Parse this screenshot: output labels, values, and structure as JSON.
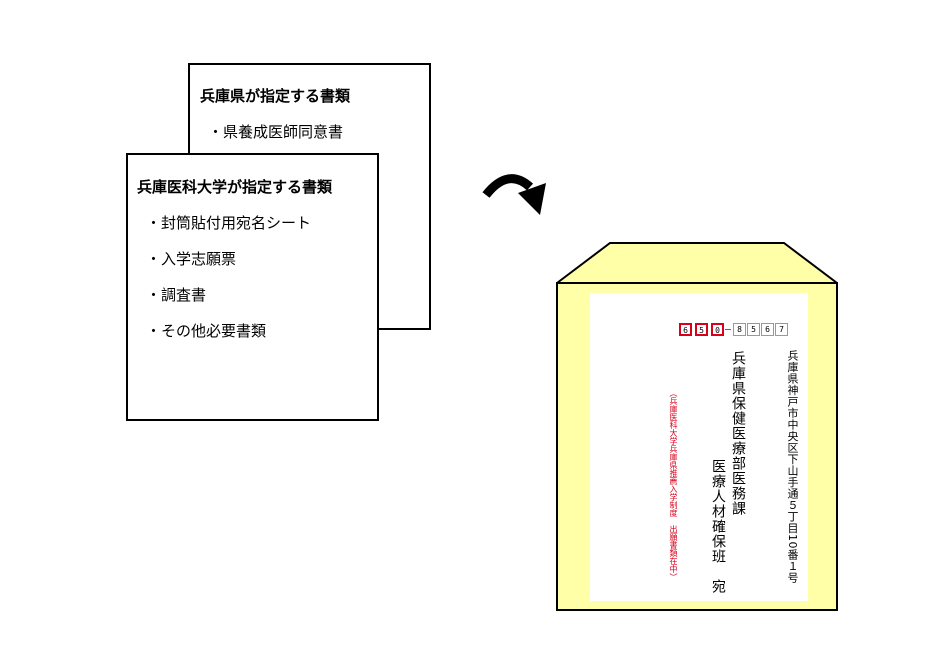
{
  "prefecture_doc": {
    "title": "兵庫県が指定する書類",
    "items": [
      "・県養成医師同意書"
    ]
  },
  "university_doc": {
    "title": "兵庫医科大学が指定する書類",
    "items": [
      "・封筒貼付用宛名シート",
      "・入学志願票",
      "・調査書",
      "・その他必要書類"
    ]
  },
  "envelope": {
    "fill_color": "#ffffa8",
    "postal_code_red": [
      "6",
      "5",
      "0"
    ],
    "postal_code_rest": [
      "8",
      "5",
      "6",
      "7"
    ],
    "address": "兵庫県神戸市中央区下山手通５丁目10番１号",
    "department": "兵庫県保健医療部医務課",
    "team": "医療人材確保班　宛",
    "note": "（兵庫医科大学兵庫県推薦入学制度　出願書類在中）"
  }
}
